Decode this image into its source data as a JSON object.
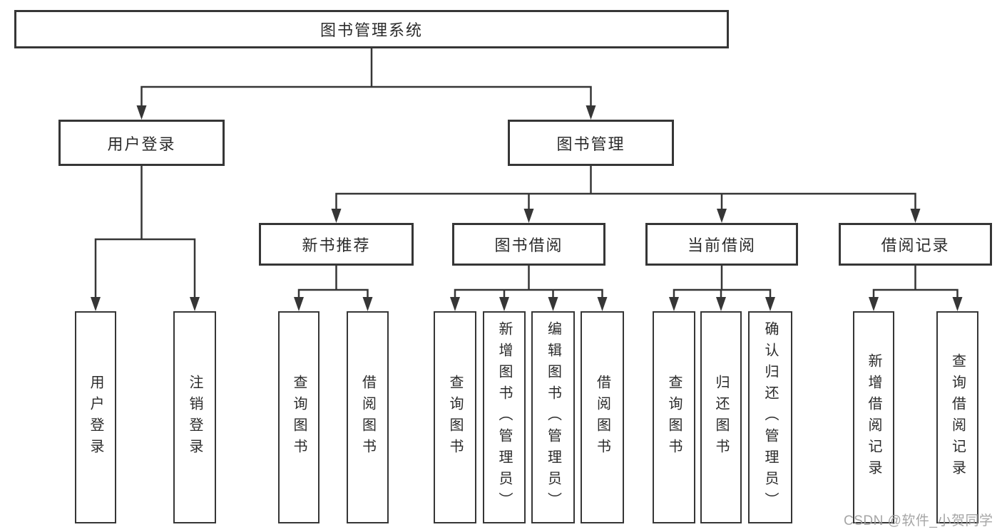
{
  "tree": {
    "root": {
      "label": "图书管理系统"
    },
    "level2": [
      {
        "label": "用户登录"
      },
      {
        "label": "图书管理"
      }
    ],
    "level3": [
      {
        "label": "新书推荐"
      },
      {
        "label": "图书借阅"
      },
      {
        "label": "当前借阅"
      },
      {
        "label": "借阅记录"
      }
    ],
    "leaves": {
      "user_login": [
        "用户登录",
        "注销登录"
      ],
      "new_books": [
        "查询图书",
        "借阅图书"
      ],
      "book_borrow": [
        "查询图书",
        "新增图书（管理员）",
        "编辑图书（管理员）",
        "借阅图书"
      ],
      "current_borrow": [
        "查询图书",
        "归还图书",
        "确认归还（管理员）"
      ],
      "borrow_records": [
        "新增借阅记录",
        "查询借阅记录"
      ]
    }
  },
  "watermark": {
    "text": "CSDN @软件_小贺同学"
  },
  "colors": {
    "line": "#363636",
    "box_border": "#363636",
    "text": "#2b2b2b",
    "watermark": "#9e9e9e",
    "background": "#ffffff"
  }
}
